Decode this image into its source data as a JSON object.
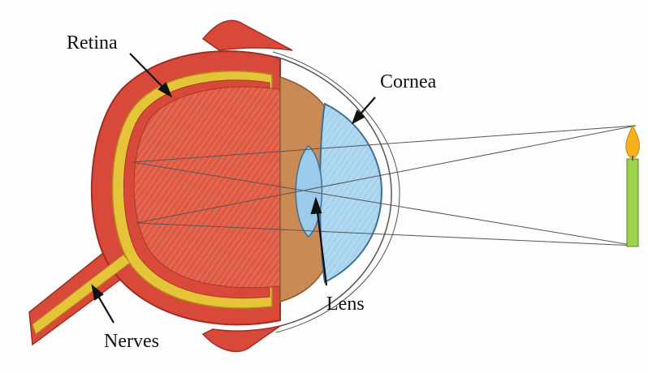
{
  "labels": {
    "retina": "Retina",
    "cornea": "Cornea",
    "lens": "Lens",
    "nerves": "Nerves"
  },
  "colors": {
    "sclera": "#d9493a",
    "sclera_dark": "#b8352b",
    "choroid_yellow": "#e6c43a",
    "vitreous": "#dd5b45",
    "cornea": "#a7d3ee",
    "lens": "#9ccbe9",
    "iris": "#c98a55",
    "candle_body": "#9dd34b",
    "flame": "#f3b21b",
    "ray": "#555555"
  }
}
